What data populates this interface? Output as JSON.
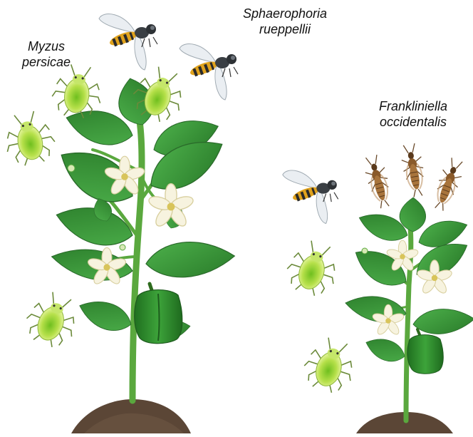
{
  "labels": {
    "myzus": {
      "line1": "Myzus",
      "line2": "persicae"
    },
    "sphaerophoria": {
      "line1": "Sphaerophoria",
      "line2": "rueppellii"
    },
    "frankliniella": {
      "line1": "Frankliniella",
      "line2": "occidentalis"
    }
  },
  "colors": {
    "leaf": "#3f9c3a",
    "leaf_dark": "#2e7d32",
    "stem": "#5aa83e",
    "pepper": "#2f8a2a",
    "flower": "#f6f1d8",
    "soil": "#5b4636",
    "aphid": "#a7d63a",
    "hoverfly_stripe": "#e0a21c",
    "thrips": "#9c6a3a"
  }
}
